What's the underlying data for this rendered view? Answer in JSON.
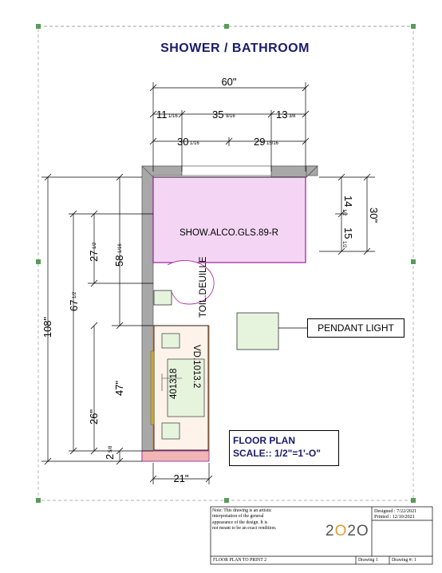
{
  "title": "SHOWER / BATHROOM",
  "dims": {
    "top_total": "60\"",
    "top_row1_a": "11",
    "top_row1_a_frac": "1/16",
    "top_row1_b": "35",
    "top_row1_b_frac": "9/16",
    "top_row1_c": "13",
    "top_row1_c_frac": "3/8",
    "top_row2_a": "30",
    "top_row2_a_frac": "1/16",
    "top_row2_b": "29",
    "top_row2_b_frac": "15/16",
    "right_a": "14",
    "right_a_frac": "1/2",
    "right_b": "15",
    "right_b_frac": "1/2",
    "right_total": "30\"",
    "left_total": "108\"",
    "left_67": "67",
    "left_67_frac": "1/2",
    "left_27": "27",
    "left_27_frac": "1/2",
    "left_58": "58",
    "left_58_frac": "1/16",
    "left_47": "47\"",
    "left_26": "26\"",
    "left_2": "2",
    "left_2_frac": "5/8",
    "bottom": "21\""
  },
  "labels": {
    "shower": "SHOW.ALCO.GLS.89-R",
    "toilet": "TOIL.DEUILLE",
    "vanity_code": "401318",
    "vanity_label": "VD.1013.2"
  },
  "pendant_light": "PENDANT LIGHT",
  "floor_plan": {
    "line1": "FLOOR PLAN",
    "line2": "SCALE:: 1/2\"=1'-O\""
  },
  "title_block": {
    "note_1": "Note: This drawing is an artistic",
    "note_2": "interpretation of the general",
    "note_3": "appearance of the design. It is",
    "note_4": "not meant to be an exact rendition.",
    "designed": "Designed : 7/22/2021",
    "printed": "Printed : 12/10/2021",
    "logo_a": "2",
    "logo_o": "O",
    "logo_b": "2O",
    "sheet_name": "FLOOR PLAN TO PRINT 2",
    "drawing_label": "Drawing 1",
    "drawing_num": "Drawing #: 1"
  },
  "colors": {
    "title": "#1a1a6e",
    "shower_fill": "#f4d6f4",
    "shower_stroke": "#9b1f9b",
    "wall": "#a8a8a8",
    "fixture_green": "#e6f4de",
    "vanity_orange": "#d07a3a",
    "handle_gold": "#c8a93a",
    "handle_pink": "#f0b5b5"
  }
}
